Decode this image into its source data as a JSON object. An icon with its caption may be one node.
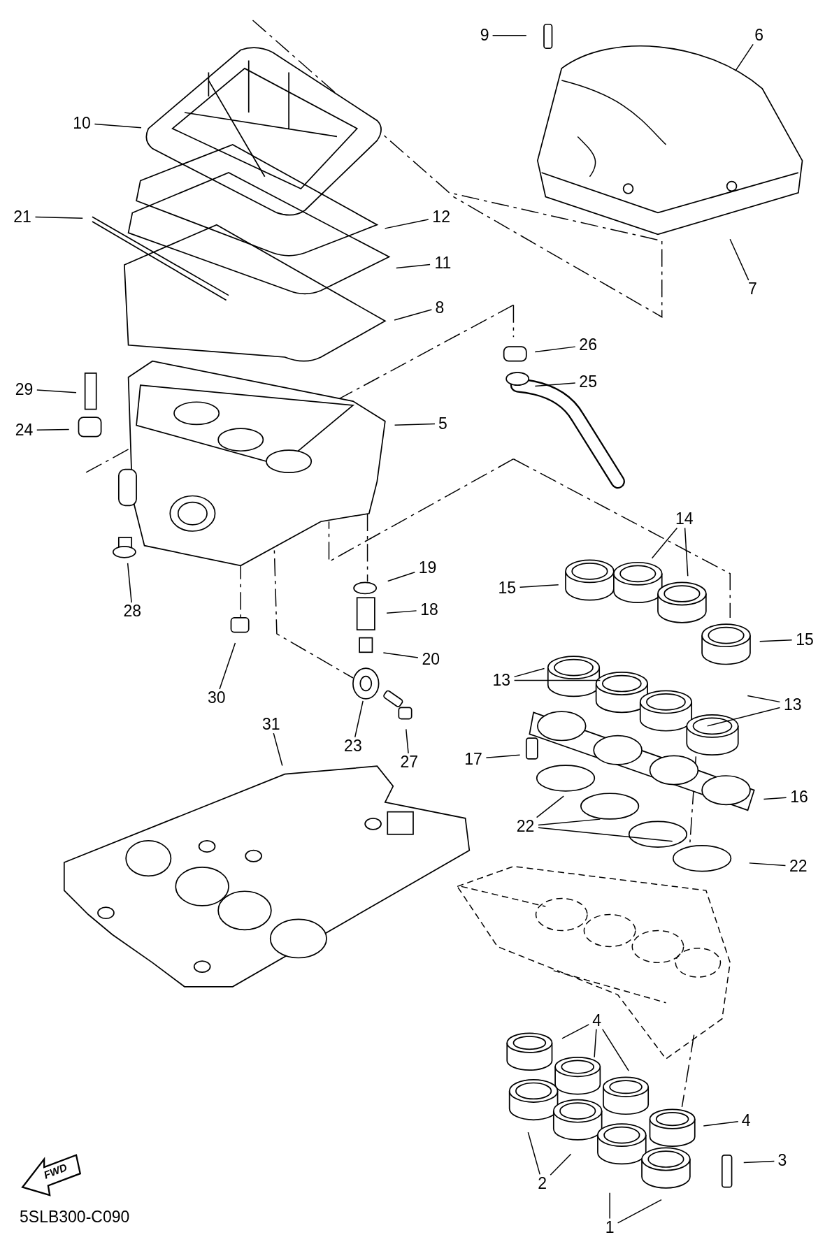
{
  "diagram": {
    "nodes": [
      {
        "text": [
          "9"
        ]
      },
      {
        "text": [
          "6"
        ]
      },
      {
        "text": [
          "10"
        ]
      },
      {
        "text": [
          "21"
        ]
      },
      {
        "text": [
          "12"
        ]
      },
      {
        "text": [
          "11"
        ]
      },
      {
        "text": [
          "8"
        ]
      },
      {
        "text": [
          "7"
        ]
      },
      {
        "text": [
          "26"
        ]
      },
      {
        "text": [
          "25"
        ]
      },
      {
        "text": [
          "29"
        ]
      },
      {
        "text": [
          "24"
        ]
      },
      {
        "text": [
          "5"
        ]
      },
      {
        "text": [
          "14"
        ]
      },
      {
        "text": [
          "15"
        ]
      },
      {
        "text": [
          "19"
        ]
      },
      {
        "text": [
          "18"
        ]
      },
      {
        "text": [
          "15"
        ]
      },
      {
        "text": [
          "20"
        ]
      },
      {
        "text": [
          "28"
        ]
      },
      {
        "text": [
          "13"
        ]
      },
      {
        "text": [
          "30"
        ]
      },
      {
        "text": [
          "13"
        ]
      },
      {
        "text": [
          "23"
        ]
      },
      {
        "text": [
          "27"
        ]
      },
      {
        "text": [
          "31"
        ]
      },
      {
        "text": [
          "17"
        ]
      },
      {
        "text": [
          "16"
        ]
      },
      {
        "text": [
          "22"
        ]
      },
      {
        "text": [
          "22"
        ]
      },
      {
        "text": [
          "4"
        ]
      },
      {
        "text": [
          "4"
        ]
      },
      {
        "text": [
          "3"
        ]
      },
      {
        "text": [
          "2"
        ]
      },
      {
        "text": [
          "1"
        ]
      }
    ],
    "edges": [
      {
        "from": 0,
        "to": null,
        "arrow": "none"
      },
      {
        "from": 1,
        "to": null,
        "arrow": "none"
      },
      {
        "from": 2,
        "to": null,
        "arrow": "none"
      },
      {
        "from": 3,
        "to": null,
        "arrow": "none"
      },
      {
        "from": 4,
        "to": null,
        "arrow": "none"
      },
      {
        "from": 5,
        "to": null,
        "arrow": "none"
      },
      {
        "from": 6,
        "to": null,
        "arrow": "none"
      },
      {
        "from": 7,
        "to": null,
        "arrow": "none"
      },
      {
        "from": 8,
        "to": null,
        "arrow": "none"
      },
      {
        "from": 9,
        "to": null,
        "arrow": "none"
      },
      {
        "from": 10,
        "to": null,
        "arrow": "none"
      },
      {
        "from": 11,
        "to": null,
        "arrow": "none"
      },
      {
        "from": 12,
        "to": null,
        "arrow": "none"
      },
      {
        "from": 13,
        "to": null,
        "arrow": "none"
      },
      {
        "from": 13,
        "to": null,
        "arrow": "none"
      },
      {
        "from": 14,
        "to": null,
        "arrow": "none"
      },
      {
        "from": 15,
        "to": null,
        "arrow": "none"
      },
      {
        "from": 16,
        "to": null,
        "arrow": "none"
      },
      {
        "from": 17,
        "to": null,
        "arrow": "none"
      },
      {
        "from": 18,
        "to": null,
        "arrow": "none"
      },
      {
        "from": 19,
        "to": null,
        "arrow": "none"
      },
      {
        "from": 20,
        "to": null,
        "arrow": "none"
      },
      {
        "from": 20,
        "to": null,
        "arrow": "none"
      },
      {
        "from": 21,
        "to": null,
        "arrow": "none"
      },
      {
        "from": 22,
        "to": null,
        "arrow": "none"
      },
      {
        "from": 22,
        "to": null,
        "arrow": "none"
      },
      {
        "from": 23,
        "to": null,
        "arrow": "none"
      },
      {
        "from": 24,
        "to": null,
        "arrow": "none"
      },
      {
        "from": 25,
        "to": null,
        "arrow": "none"
      },
      {
        "from": 26,
        "to": null,
        "arrow": "none"
      },
      {
        "from": 27,
        "to": null,
        "arrow": "none"
      },
      {
        "from": 28,
        "to": null,
        "arrow": "none"
      },
      {
        "from": 28,
        "to": null,
        "arrow": "none"
      },
      {
        "from": 28,
        "to": null,
        "arrow": "none"
      },
      {
        "from": 29,
        "to": null,
        "arrow": "none"
      },
      {
        "from": 30,
        "to": null,
        "arrow": "none"
      },
      {
        "from": 30,
        "to": null,
        "arrow": "none"
      },
      {
        "from": 30,
        "to": null,
        "arrow": "none"
      },
      {
        "from": 31,
        "to": null,
        "arrow": "none"
      },
      {
        "from": 32,
        "to": null,
        "arrow": "none"
      },
      {
        "from": 33,
        "to": null,
        "arrow": "none"
      },
      {
        "from": 33,
        "to": null,
        "arrow": "none"
      },
      {
        "from": 34,
        "to": null,
        "arrow": "none"
      },
      {
        "from": 34,
        "to": null,
        "arrow": "none"
      }
    ],
    "labels": [
      "FWD",
      "5SLB300-C090"
    ]
  }
}
